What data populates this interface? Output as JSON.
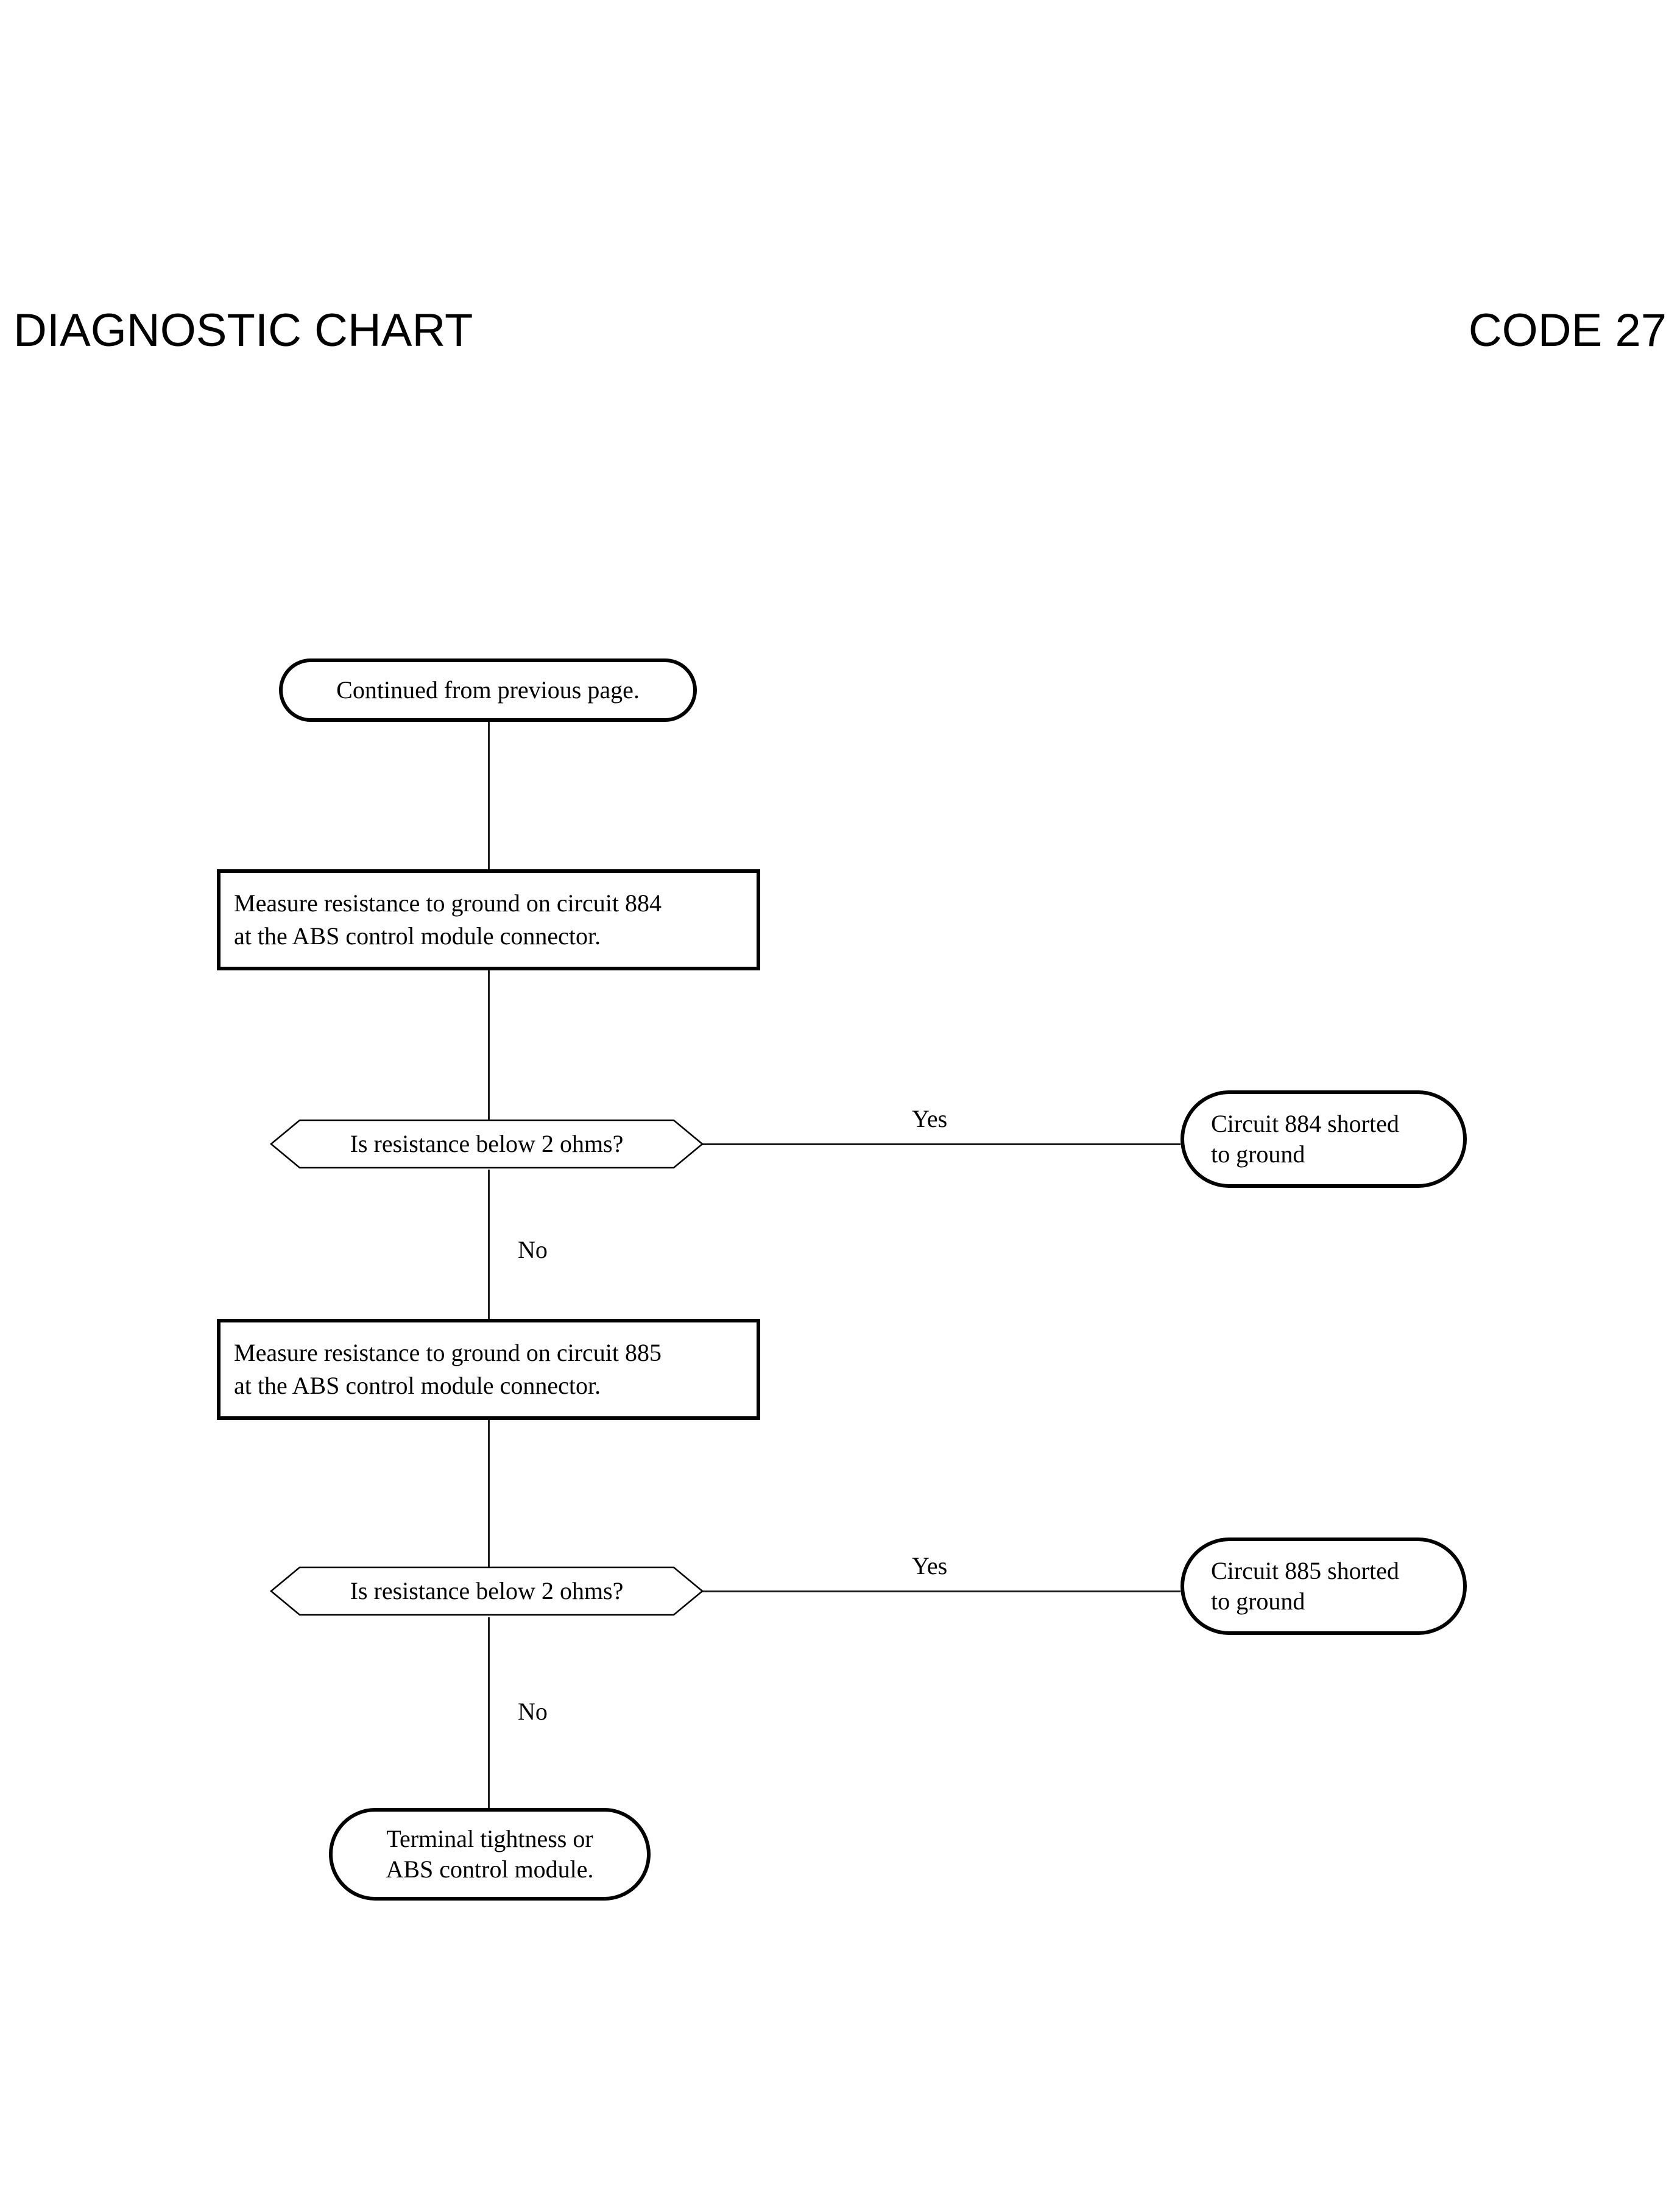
{
  "header": {
    "title": "DIAGNOSTIC CHART",
    "code": "CODE 27"
  },
  "chart_data": {
    "type": "flowchart",
    "title": "DIAGNOSTIC CHART",
    "code": "CODE 27",
    "nodes": [
      {
        "id": "n1",
        "shape": "terminator",
        "text": "Continued from previous page."
      },
      {
        "id": "n2",
        "shape": "process",
        "line1": "Measure resistance to ground on circuit 884",
        "line2": "at the ABS control module connector."
      },
      {
        "id": "n3",
        "shape": "decision",
        "text": "Is resistance below 2 ohms?"
      },
      {
        "id": "n4",
        "shape": "terminator",
        "line1": "Circuit 884 shorted",
        "line2": "to ground"
      },
      {
        "id": "n5",
        "shape": "process",
        "line1": "Measure resistance to ground on circuit 885",
        "line2": "at the ABS control module connector."
      },
      {
        "id": "n6",
        "shape": "decision",
        "text": "Is resistance below 2 ohms?"
      },
      {
        "id": "n7",
        "shape": "terminator",
        "line1": "Circuit 885 shorted",
        "line2": "to ground"
      },
      {
        "id": "n8",
        "shape": "terminator",
        "line1": "Terminal tightness or",
        "line2": "ABS control module."
      }
    ],
    "edges": [
      {
        "from": "n1",
        "to": "n2",
        "label": ""
      },
      {
        "from": "n2",
        "to": "n3",
        "label": ""
      },
      {
        "from": "n3",
        "to": "n4",
        "label": "Yes"
      },
      {
        "from": "n3",
        "to": "n5",
        "label": "No"
      },
      {
        "from": "n5",
        "to": "n6",
        "label": ""
      },
      {
        "from": "n6",
        "to": "n7",
        "label": "Yes"
      },
      {
        "from": "n6",
        "to": "n8",
        "label": "No"
      }
    ],
    "labels": {
      "yes_1": "Yes",
      "no_1": "No",
      "yes_2": "Yes",
      "no_2": "No"
    },
    "colors": {
      "stroke": "#000000",
      "line": "#1a1a1a",
      "background": "#ffffff",
      "text": "#000000"
    }
  }
}
